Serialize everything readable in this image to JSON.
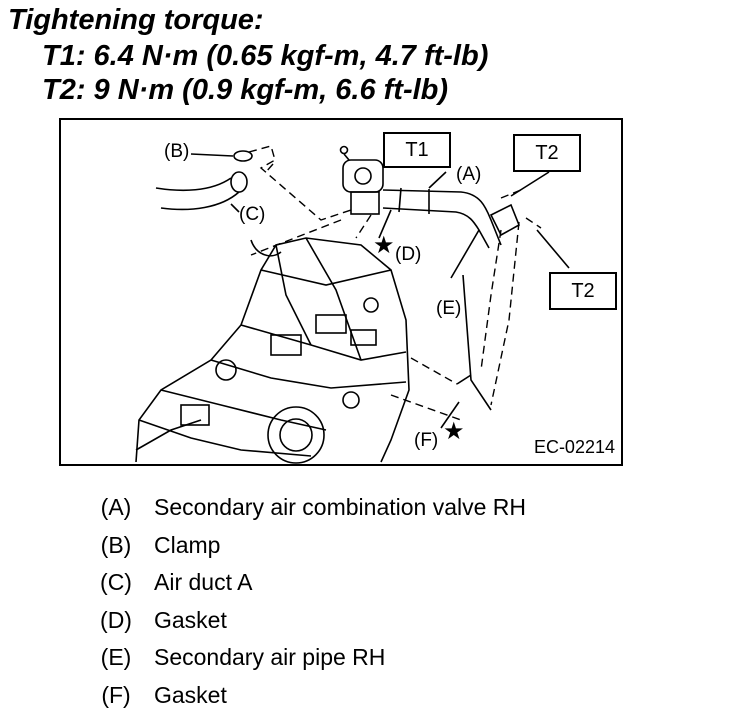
{
  "header": {
    "title": "Tightening torque:",
    "t1": "T1: 6.4 N·m (0.65 kgf-m, 4.7 ft-lb)",
    "t2": "T2: 9 N·m (0.9 kgf-m, 6.6 ft-lb)"
  },
  "figure": {
    "callouts": {
      "t1": "T1",
      "t2_top": "T2",
      "t2_bottom": "T2"
    },
    "labels": {
      "A": "(A)",
      "B": "(B)",
      "C": "(C)",
      "D": "(D)",
      "E": "(E)",
      "F": "(F)"
    },
    "star": "★",
    "code": "EC-02214"
  },
  "legend": [
    {
      "key": "(A)",
      "text": "Secondary air combination valve RH"
    },
    {
      "key": "(B)",
      "text": "Clamp"
    },
    {
      "key": "(C)",
      "text": "Air duct A"
    },
    {
      "key": "(D)",
      "text": "Gasket"
    },
    {
      "key": "(E)",
      "text": "Secondary air pipe RH"
    },
    {
      "key": "(F)",
      "text": "Gasket"
    }
  ]
}
